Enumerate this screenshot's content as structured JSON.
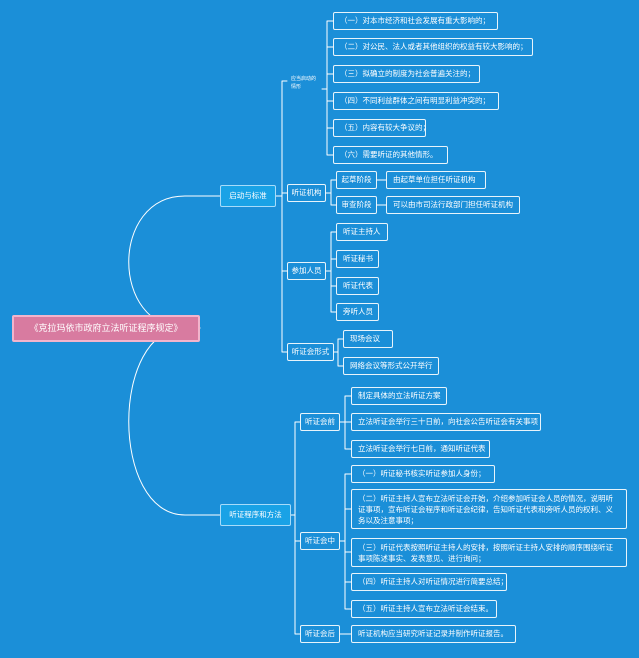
{
  "colors": {
    "background": "#1b8fd8",
    "line": "#ffffff",
    "root_fill": "#d87ba0",
    "branch_fill": "#19a2e6"
  },
  "root": "《克拉玛依市政府立法听证程序规定》",
  "branch1": {
    "label": "启动与标准",
    "situations": {
      "label": "应当启动的情形",
      "items": [
        "（一）对本市经济和社会发展有重大影响的；",
        "（二）对公民、法人或者其他组织的权益有较大影响的；",
        "（三）拟确立的制度为社会普遍关注的；",
        "（四）不同利益群体之间有明显利益冲突的；",
        "（五）内容有较大争议的；",
        "（六）需要听证的其他情形。"
      ]
    },
    "agency": {
      "label": "听证机构",
      "drafting": {
        "label": "起草阶段",
        "detail": "由起草单位担任听证机构"
      },
      "review": {
        "label": "审查阶段",
        "detail": "可以由市司法行政部门担任听证机构"
      }
    },
    "participants": {
      "label": "参加人员",
      "items": [
        "听证主持人",
        "听证秘书",
        "听证代表",
        "旁听人员"
      ]
    },
    "form": {
      "label": "听证会形式",
      "items": [
        "现场会议",
        "网络会议等形式公开举行"
      ]
    }
  },
  "branch2": {
    "label": "听证程序和方法",
    "before": {
      "label": "听证会前",
      "items": [
        "制定具体的立法听证方案",
        "立法听证会举行三十日前，向社会公告听证会有关事项",
        "立法听证会举行七日前，通知听证代表"
      ]
    },
    "during": {
      "label": "听证会中",
      "items": [
        "（一）听证秘书核实听证参加人身份；",
        "（二）听证主持人宣布立法听证会开始，介绍参加听证会人员的情况，说明听证事项，宣布听证会程序和听证会纪律，告知听证代表和旁听人员的权利、义务以及注意事项；",
        "（三）听证代表按照听证主持人的安排，按照听证主持人安排的顺序围绕听证事项陈述事实、发表意见、进行询问；",
        "（四）听证主持人对听证情况进行简要总结；",
        "（五）听证主持人宣布立法听证会结束。"
      ]
    },
    "after": {
      "label": "听证会后",
      "items": [
        "听证机构应当研究听证记录并制作听证报告。"
      ]
    }
  }
}
